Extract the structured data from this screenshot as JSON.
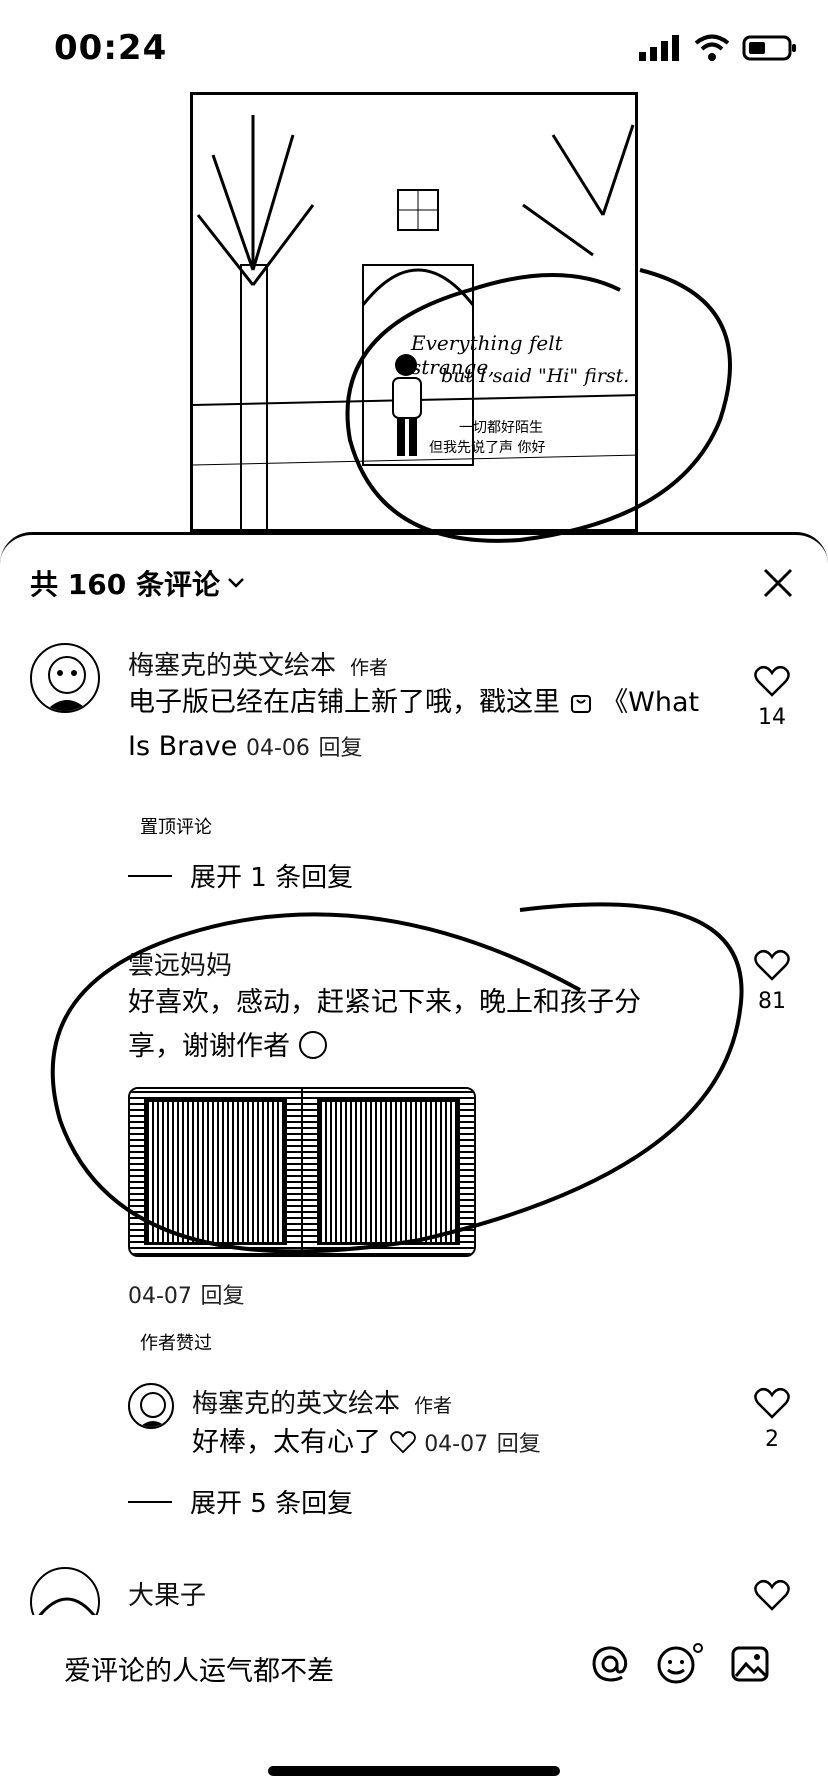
{
  "status_bar": {
    "time": "00:24"
  },
  "hero": {
    "caption_en_1": "Everything felt strange,",
    "caption_en_2": "but I said \"Hi\" first.",
    "caption_zh_1": "一切都好陌生",
    "caption_zh_2": "但我先说了声 你好"
  },
  "sheet": {
    "title": "共 160 条评论"
  },
  "comments": [
    {
      "user": "梅塞克的英文绘本",
      "tag": "作者",
      "text_line1": "电子版已经在店铺上新了哦，戳这里",
      "text_link": "《What",
      "text_line2": "Is Brave",
      "date": "04-06",
      "reply_label": "回复",
      "pin": "置顶评论",
      "expand": "展开 1 条回复",
      "likes": "14"
    },
    {
      "user": "雲远妈妈",
      "text_line1": "好喜欢，感动，赶紧记下来，晚上和孩子分",
      "text_line2": "享，谢谢作者",
      "date": "04-07",
      "reply_label": "回复",
      "pin": "作者赞过",
      "likes": "81",
      "reply": {
        "user": "梅塞克的英文绘本",
        "tag": "作者",
        "text": "好棒，太有心了",
        "date": "04-07",
        "reply_label": "回复",
        "likes": "2"
      },
      "expand": "展开 5 条回复"
    },
    {
      "user": "大果子"
    }
  ],
  "input": {
    "placeholder": "爱评论的人运气都不差"
  }
}
